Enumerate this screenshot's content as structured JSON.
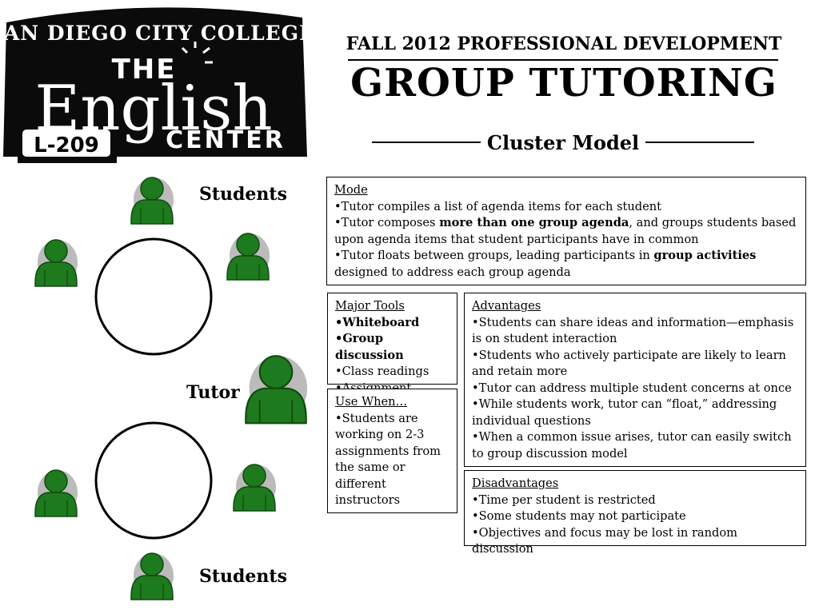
{
  "logo": {
    "college": "SAN DIEGO CITY COLLEGE",
    "the": "THE",
    "english": "English",
    "center": "CENTER",
    "room": "L-209"
  },
  "header": {
    "subtitle": "FALL 2012 PROFESSIONAL DEVELOPMENT",
    "title": "GROUP TUTORING",
    "model": "Cluster Model"
  },
  "diagram": {
    "students_top": "Students",
    "tutor": "Tutor",
    "students_bottom": "Students",
    "colors": {
      "person": "#1e7a1e",
      "person_dark": "#0f4a0f",
      "circle": "#000000"
    }
  },
  "mode": {
    "heading": "Mode",
    "item1": "•Tutor compiles a list of agenda items for each student",
    "item2_a": "•Tutor composes ",
    "item2_b": "more than one group agenda",
    "item2_c": ", and groups students based upon agenda items that student participants have in common",
    "item3_a": "•Tutor floats between groups, leading participants in ",
    "item3_b": "group activities",
    "item3_c": " designed to address each group agenda"
  },
  "tools": {
    "heading": "Major Tools",
    "items": [
      "•Whiteboard",
      "•Group discussion",
      "•Class readings",
      "•Assignment drafts"
    ]
  },
  "use_when": {
    "heading": "Use When…",
    "item": "•Students are working on 2-3 assignments from the same or different instructors"
  },
  "advantages": {
    "heading": "Advantages",
    "items": [
      "•Students can share ideas and information—emphasis is on student interaction",
      "•Students who actively participate are likely to learn and retain more",
      "•Tutor can address multiple student concerns at once",
      "•While students work, tutor can “float,” addressing individual questions",
      "•When a common issue arises, tutor can easily switch to group discussion model"
    ]
  },
  "disadvantages": {
    "heading": "Disadvantages",
    "items": [
      "•Time per student is restricted",
      "•Some students may not participate",
      "•Objectives and focus may be lost in random discussion"
    ]
  }
}
